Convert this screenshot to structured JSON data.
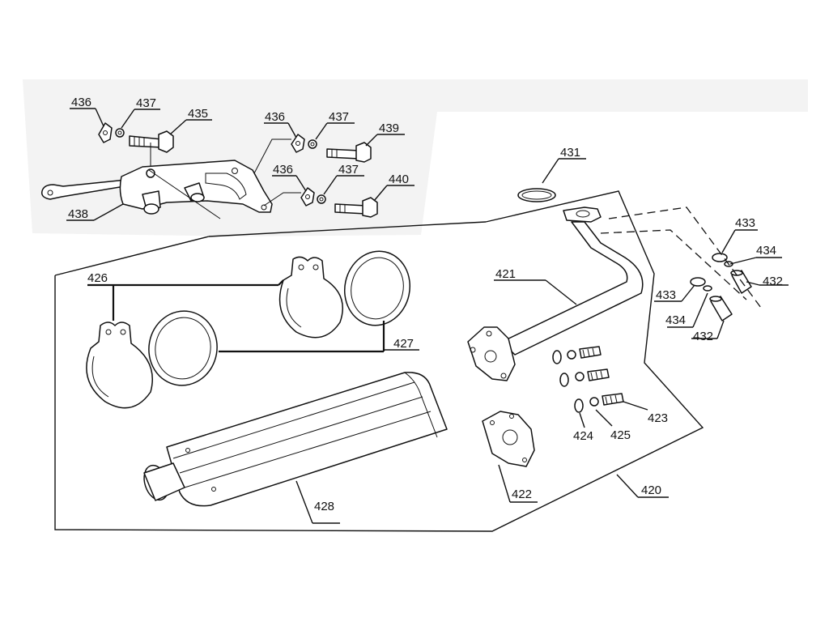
{
  "diagram": {
    "labels": {
      "p420": "420",
      "p421": "421",
      "p422": "422",
      "p423": "423",
      "p424": "424",
      "p425": "425",
      "p426": "426",
      "p427": "427",
      "p428": "428",
      "p431": "431",
      "p432a": "432",
      "p432b": "432",
      "p433a": "433",
      "p433b": "433",
      "p434a": "434",
      "p434b": "434",
      "p435": "435",
      "p436a": "436",
      "p436b": "436",
      "p436c": "436",
      "p437a": "437",
      "p437b": "437",
      "p437c": "437",
      "p438": "438",
      "p439": "439",
      "p440": "440"
    }
  }
}
